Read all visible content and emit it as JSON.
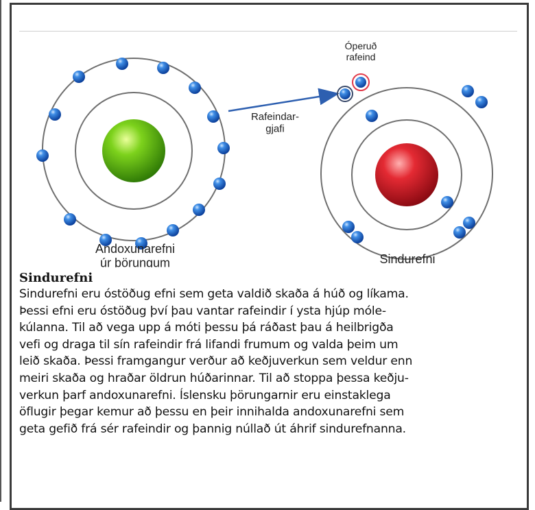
{
  "diagram": {
    "left_atom_label": "Andoxunarefni\núr þörungum",
    "right_atom_label": "Sindurefni",
    "arrow_label": "Rafeindar-\ngjafi",
    "unpaired_label": "Óperuð\nrafeind",
    "colors": {
      "electron": "#1a66c8",
      "left_nucleus": "#5fc012",
      "right_nucleus": "#d8222c",
      "unpaired_ring": "#e23a4a",
      "arrow": "#2d5fb0"
    }
  },
  "caption": {
    "title": "Sindurefni",
    "body": "Sindurefni eru óstöðug efni sem geta valdið skaða á húð og líkama.\nÞessi efni eru óstöðug því þau vantar rafeindir í ysta hjúp móle-\nkúlanna. Til að vega upp á móti þessu þá ráðast þau á heilbrigða\nvefi og draga til sín rafeindir frá lifandi frumum og valda þeim um\nleið skaða. Þessi framgangur verður að keðjuverkun sem veldur enn\nmeiri skaða og hraðar öldrun húðarinnar. Til að stoppa þessa keðju-\nverkun þarf andoxunarefni. Íslensku þörungarnir eru einstaklega\nöflugir þegar kemur að þessu en þeir innihalda andoxunarefni sem\ngeta gefið frá sér rafeindir og þannig núllað út áhrif sindurefnanna."
  }
}
